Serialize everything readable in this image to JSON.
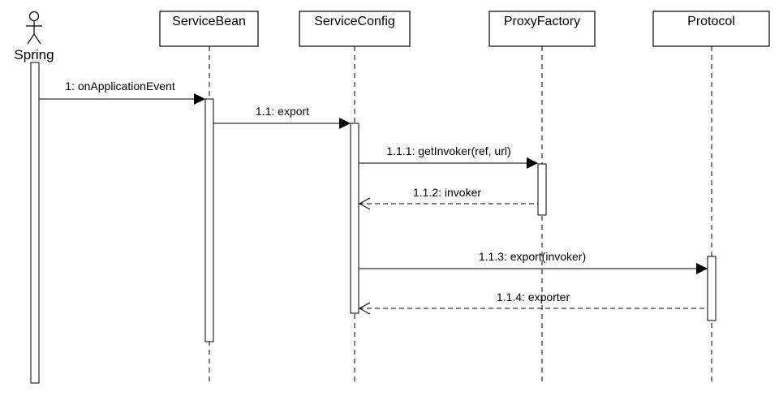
{
  "diagram": {
    "actor": {
      "name": "Spring"
    },
    "participants": [
      {
        "id": "servicebean",
        "name": "ServiceBean"
      },
      {
        "id": "serviceconfig",
        "name": "ServiceConfig"
      },
      {
        "id": "proxyfactory",
        "name": "ProxyFactory"
      },
      {
        "id": "protocol",
        "name": "Protocol"
      }
    ],
    "messages": [
      {
        "id": "m1",
        "from": "spring",
        "to": "servicebean",
        "label": "1: onApplicationEvent",
        "kind": "sync"
      },
      {
        "id": "m11",
        "from": "servicebean",
        "to": "serviceconfig",
        "label": "1.1: export",
        "kind": "sync"
      },
      {
        "id": "m111",
        "from": "serviceconfig",
        "to": "proxyfactory",
        "label": "1.1.1: getInvoker(ref, url)",
        "kind": "sync"
      },
      {
        "id": "m112",
        "from": "proxyfactory",
        "to": "serviceconfig",
        "label": "1.1.2: invoker",
        "kind": "return"
      },
      {
        "id": "m113",
        "from": "serviceconfig",
        "to": "protocol",
        "label": "1.1.3: export(invoker)",
        "kind": "sync"
      },
      {
        "id": "m114",
        "from": "protocol",
        "to": "serviceconfig",
        "label": "1.1.4: exporter",
        "kind": "return"
      }
    ]
  }
}
